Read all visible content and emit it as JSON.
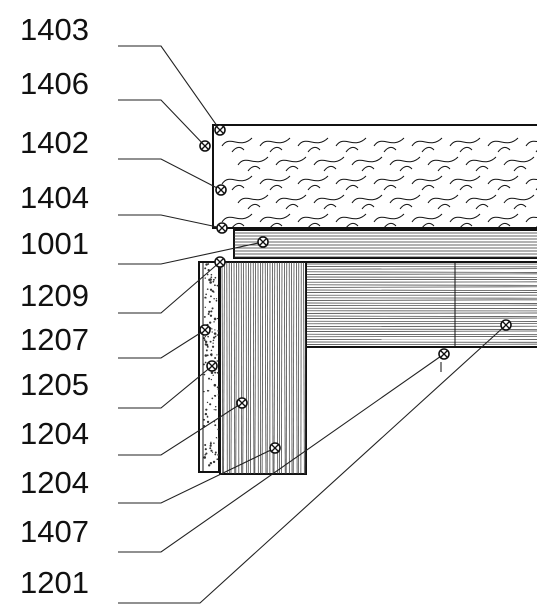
{
  "figure": {
    "labels": [
      {
        "id": "l1403",
        "text": "1403"
      },
      {
        "id": "l1406",
        "text": "1406"
      },
      {
        "id": "l1402",
        "text": "1402"
      },
      {
        "id": "l1404",
        "text": "1404"
      },
      {
        "id": "l1001",
        "text": "1001"
      },
      {
        "id": "l1209",
        "text": "1209"
      },
      {
        "id": "l1207",
        "text": "1207"
      },
      {
        "id": "l1205",
        "text": "1205"
      },
      {
        "id": "l1204a",
        "text": "1204"
      },
      {
        "id": "l1204b",
        "text": "1204"
      },
      {
        "id": "l1407",
        "text": "1407"
      },
      {
        "id": "l1201",
        "text": "1201"
      }
    ]
  }
}
